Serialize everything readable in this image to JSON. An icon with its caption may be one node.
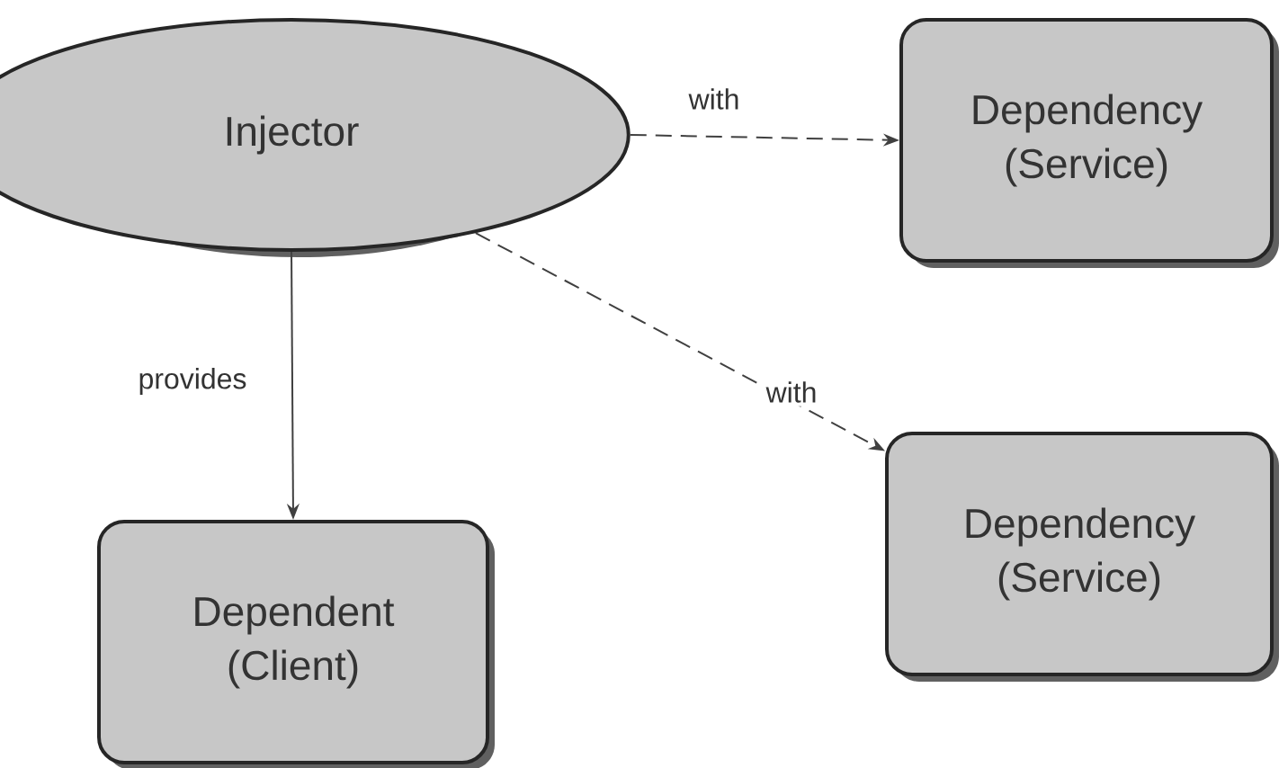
{
  "diagram": {
    "nodes": [
      {
        "text": [
          "Injector"
        ]
      },
      {
        "text": [
          "Dependency (Service)"
        ]
      },
      {
        "text": [
          "Dependency (Service)"
        ]
      },
      {
        "text": [
          "Dependent (Client)"
        ]
      }
    ],
    "edges": [
      {
        "from": 0,
        "to": 1,
        "arrow": "to",
        "label": "with",
        "style": "dashed"
      },
      {
        "from": 0,
        "to": 2,
        "arrow": "to",
        "label": "with",
        "style": "dashed"
      },
      {
        "from": 0,
        "to": 3,
        "arrow": "to",
        "label": "provides"
      }
    ]
  }
}
